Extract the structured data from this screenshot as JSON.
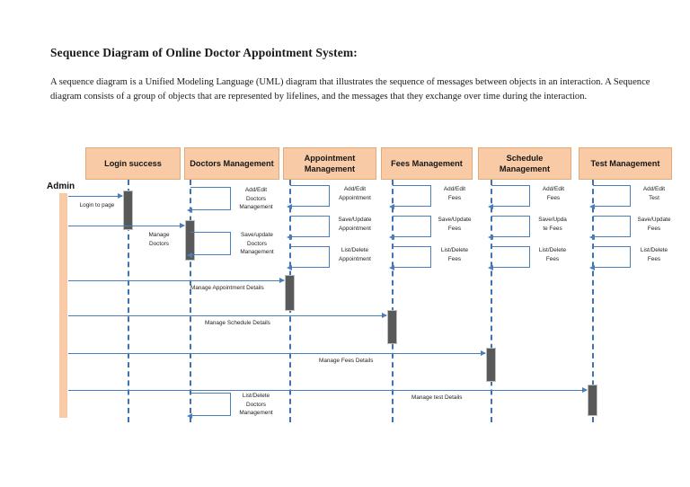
{
  "document": {
    "title": "Sequence Diagram of Online Doctor Appointment System:",
    "intro": "A sequence diagram is a Unified Modeling Language (UML) diagram that illustrates the sequence of messages between objects in an interaction. A Sequence diagram consists of a group of objects that are represented by lifelines, and the messages that they exchange over time during the interaction."
  },
  "diagram": {
    "actor": {
      "label": "Admin"
    },
    "participants": [
      {
        "name": "login-success",
        "label": "Login success"
      },
      {
        "name": "doctors-management",
        "label": "Doctors\nManagement"
      },
      {
        "name": "appointment-management",
        "label": "Appointment\nManagement"
      },
      {
        "name": "fees-management",
        "label": "Fees Management"
      },
      {
        "name": "schedule-management",
        "label": "Schedule\nManagement"
      },
      {
        "name": "test-management",
        "label": "Test Management"
      }
    ],
    "messages": [
      {
        "name": "login-to-page",
        "label": "Login to page"
      },
      {
        "name": "manage-doctors",
        "label": "Manage\nDoctors"
      },
      {
        "name": "manage-appointment-details",
        "label": "Manage Appointment Details"
      },
      {
        "name": "manage-schedule-details",
        "label": "Manage Schedule Details"
      },
      {
        "name": "manage-fees-details",
        "label": "Manage Fees Details"
      },
      {
        "name": "manage-test-details",
        "label": "Manage test Details"
      }
    ],
    "self_messages": [
      {
        "name": "doctors-add-edit",
        "label": "Add/Edit\nDoctors\nManagement"
      },
      {
        "name": "doctors-save-update",
        "label": "Save/update\nDoctors\nManagement"
      },
      {
        "name": "doctors-list-delete",
        "label": "List/Delete\nDoctors\nManagement"
      },
      {
        "name": "appointment-add-edit",
        "label": "Add/Edit\nAppointment"
      },
      {
        "name": "appointment-save-update",
        "label": "Save/Update\nAppointment"
      },
      {
        "name": "appointment-list-delete",
        "label": "List/Delete\nAppointment"
      },
      {
        "name": "fees-add-edit",
        "label": "Add/Edit\nFees"
      },
      {
        "name": "fees-save-update",
        "label": "Save/Update\nFees"
      },
      {
        "name": "fees-list-delete",
        "label": "List/Delete\nFees"
      },
      {
        "name": "schedule-add-edit",
        "label": "Add/Edit\nFees"
      },
      {
        "name": "schedule-save-update",
        "label": "Save/Upda\nte Fees"
      },
      {
        "name": "schedule-list-delete",
        "label": "List/Delete\nFees"
      },
      {
        "name": "test-add-edit",
        "label": "Add/Edit\nTest"
      },
      {
        "name": "test-save-update",
        "label": "Save/Update\nFees"
      },
      {
        "name": "test-list-delete",
        "label": "List/Delete\nFees"
      }
    ],
    "colors": {
      "participant_fill": "#F8CBA6",
      "participant_border": "#E3A977",
      "lifeline": "#3E72B0",
      "arrow": "#4A7EBB",
      "activation": "#595959"
    }
  }
}
